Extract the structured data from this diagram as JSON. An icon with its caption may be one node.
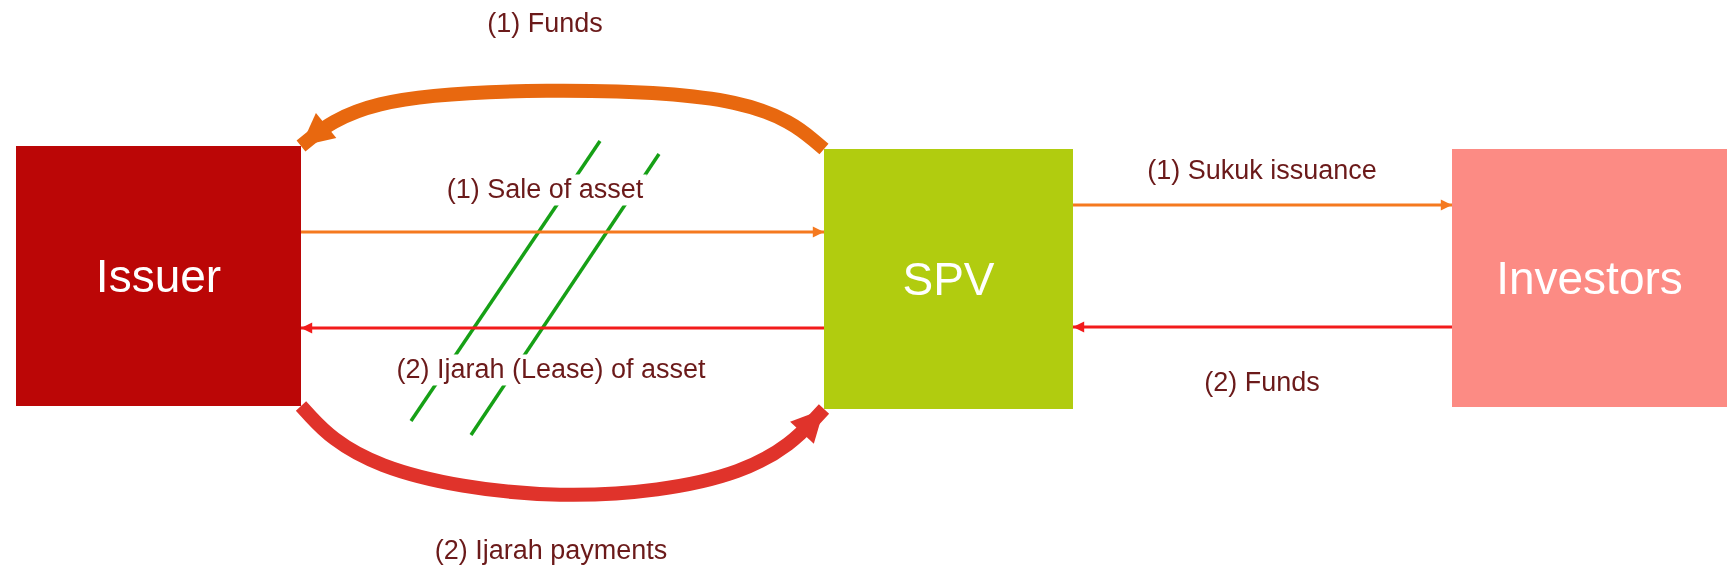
{
  "diagram": {
    "nodes": [
      {
        "text": [
          "Issuer"
        ]
      },
      {
        "text": [
          "SPV"
        ]
      },
      {
        "text": [
          "Investors"
        ]
      }
    ],
    "edges": [
      {
        "from": 0,
        "to": 1,
        "arrow": "to",
        "label": "(1) Sale of asset",
        "color": "#f5791f"
      },
      {
        "from": 1,
        "to": 0,
        "arrow": "to",
        "label": "(2) Ijarah (Lease) of asset",
        "color": "#f21b1b"
      },
      {
        "from": 1,
        "to": 2,
        "arrow": "to",
        "label": "(1) Sukuk issuance",
        "color": "#f5791f"
      },
      {
        "from": 2,
        "to": 1,
        "arrow": "to",
        "label": "(2) Funds",
        "color": "#f21b1b"
      },
      {
        "from": 1,
        "to": 0,
        "arrow": "to",
        "label": "(1) Funds",
        "style": "thick",
        "color": "#e8680f"
      },
      {
        "from": 0,
        "to": 1,
        "arrow": "to",
        "label": "(2) Ijarah payments",
        "style": "thick",
        "color": "#e0332b"
      }
    ]
  }
}
